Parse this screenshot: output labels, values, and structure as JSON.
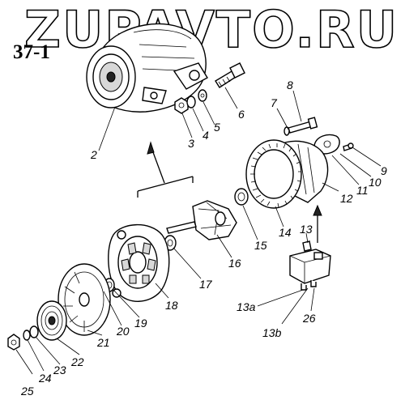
{
  "watermark": "ZUPAVTO.RU",
  "figure_number": "37-1",
  "callouts": {
    "c2": "2",
    "c3": "3",
    "c4": "4",
    "c5": "5",
    "c6": "6",
    "c7": "7",
    "c8": "8",
    "c9": "9",
    "c10": "10",
    "c11": "11",
    "c12": "12",
    "c13": "13",
    "c13a": "13a",
    "c13b": "13b",
    "c14": "14",
    "c15": "15",
    "c16": "16",
    "c17": "17",
    "c18": "18",
    "c19": "19",
    "c20": "20",
    "c21": "21",
    "c22": "22",
    "c23": "23",
    "c24": "24",
    "c25": "25",
    "c26": "26"
  }
}
